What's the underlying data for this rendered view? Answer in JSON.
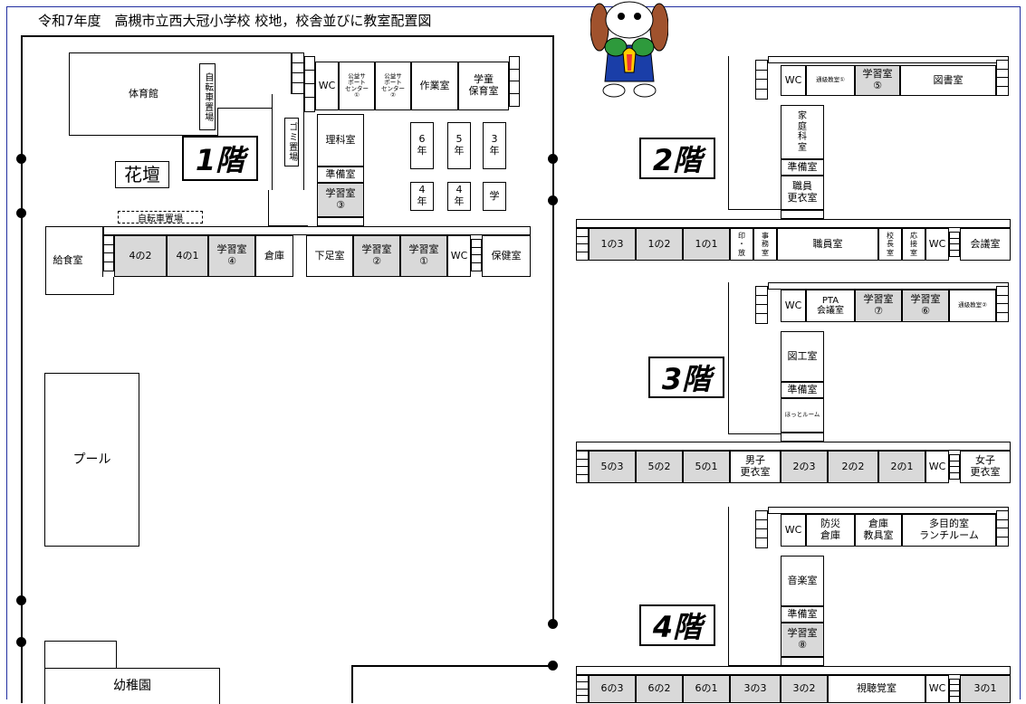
{
  "title": "令和7年度　高槻市立西大冠小学校  校地，校舎並びに教室配置図",
  "floors": {
    "f1": "1階",
    "f2": "2階",
    "f3": "3階",
    "f4": "4階"
  },
  "f1": {
    "gym": "体育館",
    "bike_parking_v": "自転車置場",
    "garbage": "ゴミ置場",
    "flowerbed": "花壇",
    "bike_parking_h": "自転車置場",
    "wc": "WC",
    "public_support_1": "公益サ\nポート\nセンター\n①",
    "public_support_2": "公益サ\nポート\nセンター\n②",
    "workroom": "作業室",
    "afterschool": "学童\n保育室",
    "science": "理科室",
    "prep": "準備室",
    "study3": "学習室\n③",
    "g6": "6\n年",
    "g5": "5\n年",
    "g3": "3\n年",
    "g4a": "4\n年",
    "g4b": "4\n年",
    "gaku": "学",
    "kitchen": "給食室",
    "c4_2": "4の2",
    "c4_1": "4の1",
    "study4": "学習室\n④",
    "storage": "倉庫",
    "shoe": "下足室",
    "study2": "学習室\n②",
    "study1": "学習室\n①",
    "wc2": "WC",
    "nurse": "保健室",
    "pool": "プール",
    "kindergarten": "幼稚園"
  },
  "f2": {
    "wc": "WC",
    "tsukyu1": "通級教室①",
    "study5": "学習室\n⑤",
    "library": "図書室",
    "home_ec": "家\n庭\n科\n室",
    "prep": "準備室",
    "staff_locker": "職員\n更衣室",
    "c1_3": "1の3",
    "c1_2": "1の2",
    "c1_1": "1の1",
    "print": "印\n・\n放",
    "office": "事\n務\n室",
    "staffroom": "職員室",
    "principal": "校\n長\n室",
    "reception": "応\n接\n室",
    "wc2": "WC",
    "meeting": "会議室"
  },
  "f3": {
    "wc": "WC",
    "pta": "PTA\n会議室",
    "study7": "学習室\n⑦",
    "study6": "学習室\n⑥",
    "tsukyu2": "通級教室②",
    "art": "図工室",
    "prep": "準備室",
    "hotto": "ほっとルーム",
    "c5_3": "5の3",
    "c5_2": "5の2",
    "c5_1": "5の1",
    "boys_locker": "男子\n更衣室",
    "c2_3": "2の3",
    "c2_2": "2の2",
    "c2_1": "2の1",
    "wc2": "WC",
    "girls_locker": "女子\n更衣室"
  },
  "f4": {
    "wc": "WC",
    "disaster": "防災\n倉庫",
    "teacher_storage": "倉庫\n教具室",
    "multi": "多目的室\nランチルーム",
    "music": "音楽室",
    "prep": "準備室",
    "study8": "学習室\n⑧",
    "c6_3": "6の3",
    "c6_2": "6の2",
    "c6_1": "6の1",
    "c3_3": "3の3",
    "c3_2": "3の2",
    "av": "視聴覚室",
    "wc2": "WC",
    "c3_1": "3の1"
  }
}
